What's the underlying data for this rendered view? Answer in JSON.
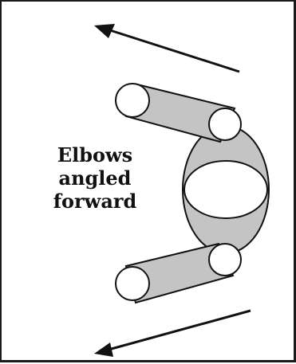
{
  "caption": {
    "line1": "Elbows",
    "line2": "angled",
    "line3": "forward"
  },
  "colors": {
    "outline": "#111111",
    "arm_fill": "#c4c4c4",
    "joint_fill": "#ffffff",
    "background": "#ffffff"
  }
}
